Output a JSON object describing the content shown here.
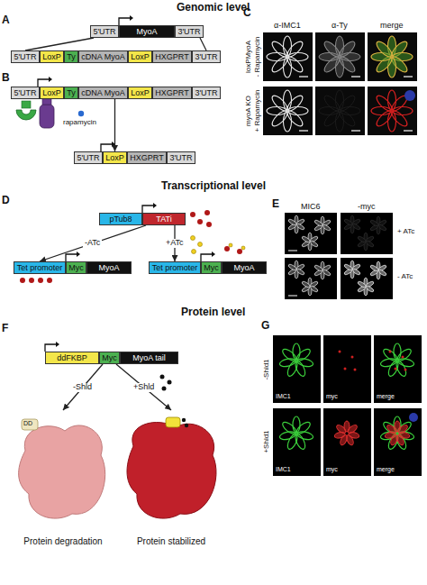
{
  "diagram": {
    "nodes": [
      {
        "text": [
          "5'UTR"
        ]
      },
      {
        "text": [
          "MyoA"
        ]
      },
      {
        "text": [
          "3'UTR"
        ]
      },
      {
        "text": [
          "5'UTR"
        ]
      },
      {
        "text": [
          "LoxP"
        ]
      },
      {
        "text": [
          "Ty"
        ]
      },
      {
        "text": [
          "cDNA MyoA"
        ]
      },
      {
        "text": [
          "LoxP"
        ]
      },
      {
        "text": [
          "HXGPRT"
        ]
      },
      {
        "text": [
          "3'UTR"
        ]
      },
      {
        "text": [
          "5'UTR"
        ]
      },
      {
        "text": [
          "LoxP"
        ]
      },
      {
        "text": [
          "Ty"
        ]
      },
      {
        "text": [
          "cDNA MyoA"
        ]
      },
      {
        "text": [
          "LoxP"
        ]
      },
      {
        "text": [
          "HXGPRT"
        ]
      },
      {
        "text": [
          "3'UTR"
        ]
      },
      {
        "text": [
          "5'UTR"
        ]
      },
      {
        "text": [
          "LoxP"
        ]
      },
      {
        "text": [
          "HXGPRT"
        ]
      },
      {
        "text": [
          "3'UTR"
        ]
      },
      {
        "text": [
          "pTub8"
        ]
      },
      {
        "text": [
          "TATi"
        ]
      },
      {
        "text": [
          "Tet promoter"
        ]
      },
      {
        "text": [
          "Myc"
        ]
      },
      {
        "text": [
          "MyoA"
        ]
      },
      {
        "text": [
          "Tet promoter"
        ]
      },
      {
        "text": [
          "Myc"
        ]
      },
      {
        "text": [
          "MyoA"
        ]
      },
      {
        "text": [
          "ddFKBP"
        ]
      },
      {
        "text": [
          "Myc"
        ]
      },
      {
        "text": [
          "MyoA tail"
        ]
      },
      {
        "text": [
          "Protein degradation"
        ]
      },
      {
        "text": [
          "Protein stabilized"
        ]
      }
    ],
    "edges": [
      {
        "from": 0,
        "to": 3,
        "arrow": "none"
      },
      {
        "from": 2,
        "to": 9,
        "arrow": "none"
      },
      {
        "from": 13,
        "to": 18,
        "arrow": "to"
      },
      {
        "from": 22,
        "to": 23,
        "label": "-ATc",
        "arrow": "to"
      },
      {
        "from": 22,
        "to": 26,
        "label": "+ATc",
        "arrow": "to"
      },
      {
        "from": 30,
        "to": 32,
        "label": "-Shld",
        "arrow": "to"
      },
      {
        "from": 30,
        "to": 33,
        "label": "+Shld",
        "arrow": "to"
      }
    ],
    "labels": [
      "Genomic level",
      "A",
      "C",
      "α-IMC1",
      "α-Ty",
      "merge",
      "loxPMyoA",
      "- Rapamycin",
      "myoA KO",
      "+ Rapamycin",
      "B",
      "rapamycin",
      "Transcriptional level",
      "D",
      "E",
      "MIC6",
      "-myc",
      "+ ATc",
      "- ATc",
      "Protein level",
      "F",
      "DD",
      "G",
      "-Shld1",
      "+Shld1",
      "IMC1",
      "myc",
      "merge",
      "IMC1",
      "myc",
      "merge"
    ]
  }
}
